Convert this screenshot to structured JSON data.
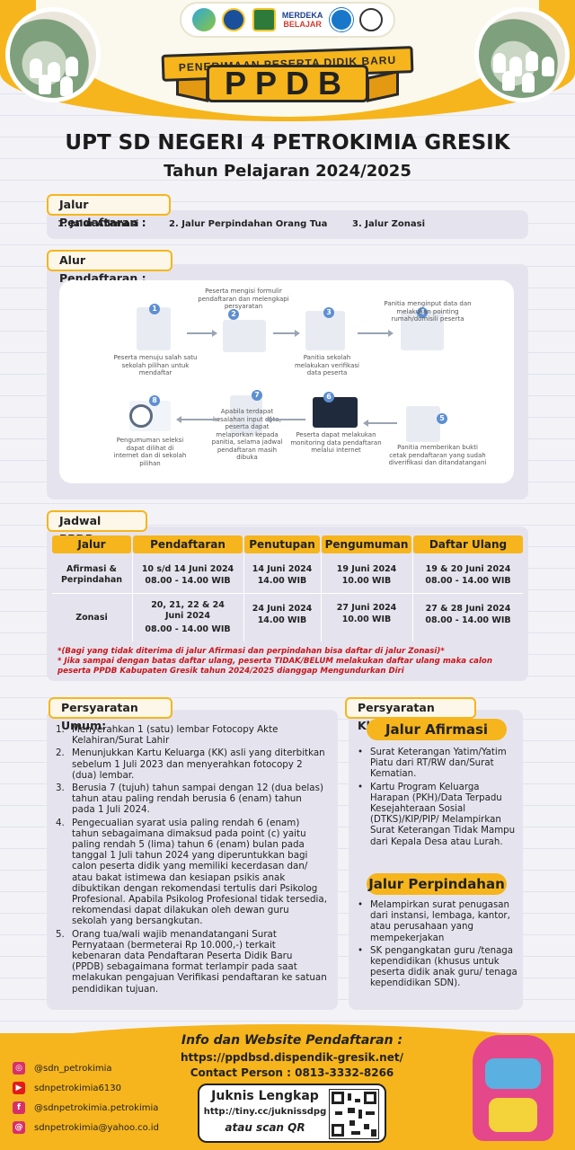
{
  "header": {
    "banner_text": "PENERIMAAN PESERTA DIDIK BARU",
    "ppdb": "PPDB",
    "logo_merdeka_1": "MERDEKA",
    "logo_merdeka_2": "BELAJAR",
    "school": "UPT SD NEGERI 4 PETROKIMIA GRESIK",
    "year": "Tahun Pelajaran 2024/2025"
  },
  "jalur": {
    "label": "Jalur Pendaftaran :",
    "items": [
      "1. Jalur Afirmasi",
      "2. Jalur Perpindahan Orang Tua",
      "3. Jalur Zonasi"
    ]
  },
  "alur": {
    "label": "Alur Pendaftaran :",
    "steps": [
      {
        "num": "1",
        "text": "Peserta menuju salah satu sekolah pilihan untuk mendaftar"
      },
      {
        "num": "2",
        "text": "Peserta mengisi formulir pendaftaran dan melengkapi persyaratan"
      },
      {
        "num": "3",
        "text": "Panitia sekolah melakukan verifikasi data peserta"
      },
      {
        "num": "4",
        "text": "Panitia menginput data dan melakukan pointing rumah/domisili peserta"
      },
      {
        "num": "5",
        "text": "Panitia memberikan bukti cetak pendaftaran yang sudah diverifikasi dan ditandatangani"
      },
      {
        "num": "6",
        "text": "Peserta dapat melakukan monitoring data pendaftaran melalui internet"
      },
      {
        "num": "7",
        "text": "Apabila terdapat kesalahan input data, peserta dapat melaporkan kepada panitia, selama jadwal pendaftaran masih dibuka"
      },
      {
        "num": "8",
        "text": "Pengumuman seleksi dapat dilihat di internet dan di sekolah pilihan"
      }
    ]
  },
  "jadwal": {
    "label": "Jadwal PPDB :",
    "headers": [
      "Jalur",
      "Pendaftaran",
      "Penutupan",
      "Pengumuman",
      "Daftar Ulang"
    ],
    "rows": [
      {
        "jalur": "Afirmasi & Perpindahan",
        "pendaftaran": "10 s/d 14 Juni 2024",
        "pendaftaran_jam": "08.00 - 14.00 WIB",
        "penutupan": "14 Juni 2024",
        "penutupan_jam": "14.00 WIB",
        "pengumuman": "19 Juni 2024",
        "pengumuman_jam": "10.00 WIB",
        "daftar_ulang": "19 & 20 Juni 2024",
        "daftar_ulang_jam": "08.00 - 14.00 WIB"
      },
      {
        "jalur": "Zonasi",
        "pendaftaran": "20, 21, 22 & 24 Juni 2024",
        "pendaftaran_jam": "08.00 - 14.00 WIB",
        "penutupan": "24 Juni 2024",
        "penutupan_jam": "14.00 WIB",
        "pengumuman": "27 Juni 2024",
        "pengumuman_jam": "10.00 WIB",
        "daftar_ulang": "27 & 28 Juni 2024",
        "daftar_ulang_jam": "08.00 - 14.00 WIB"
      }
    ],
    "note1": "*(Bagi yang tidak diterima di jalur Afirmasi dan perpindahan bisa daftar di jalur Zonasi)*",
    "note2": "* Jika sampai dengan batas daftar ulang, peserta  TIDAK/BELUM melakukan daftar ulang maka calon",
    "note3": "peserta PPDB Kabupaten Gresik tahun 2024/2025 dianggap Mengundurkan Diri"
  },
  "umum": {
    "label": "Persyaratan Umum:",
    "items": [
      "Menyerahkan 1 (satu) lembar Fotocopy Akte Kelahiran/Surat Lahir",
      "Menunjukkan Kartu Keluarga (KK) asli yang diterbitkan sebelum 1 Juli 2023 dan menyerahkan fotocopy 2 (dua) lembar.",
      "Berusia 7 (tujuh) tahun sampai dengan 12 (dua belas) tahun atau paling rendah berusia 6 (enam) tahun pada 1 Juli 2024.",
      "Pengecualian syarat usia paling rendah 6 (enam) tahun sebagaimana dimaksud pada point (c) yaitu paling rendah 5 (lima) tahun 6 (enam) bulan pada tanggal 1 Juli tahun 2024 yang diperuntukkan bagi calon peserta didik yang memiliki kecerdasan dan/ atau bakat istimewa dan kesiapan psikis anak dibuktikan dengan rekomendasi tertulis dari Psikolog Profesional. Apabila Psikolog Profesional tidak tersedia, rekomendasi dapat dilakukan oleh dewan guru sekolah yang bersangkutan.",
      "Orang tua/wali wajib menandatangani Surat Pernyataan (bermeterai Rp 10.000,-) terkait kebenaran data Pendaftaran Peserta Didik Baru (PPDB) sebagaimana format terlampir pada saat melakukan pengajuan Verifikasi pendaftaran ke satuan pendidikan tujuan."
    ]
  },
  "khusus": {
    "label": "Persyaratan Khusus :",
    "afirmasi_title": "Jalur Afirmasi",
    "afirmasi_items": [
      "Surat Keterangan Yatim/Yatim Piatu dari RT/RW dan/Surat Kematian.",
      "Kartu Program Keluarga Harapan (PKH)/Data Terpadu Kesejahteraan Sosial (DTKS)/KIP/PIP/ Melampirkan Surat Keterangan Tidak Mampu dari Kepala Desa atau Lurah."
    ],
    "perpindahan_title": "Jalur Perpindahan",
    "perpindahan_items": [
      "Melampirkan surat penugasan dari instansi, lembaga, kantor, atau perusahaan yang mempekerjakan",
      "SK pengangkatan guru /tenaga kependidikan (khusus untuk peserta didik anak guru/ tenaga kependidikan SDN)."
    ]
  },
  "footer": {
    "social": [
      {
        "icon": "instagram-icon",
        "text": "@sdn_petrokimia"
      },
      {
        "icon": "youtube-icon",
        "text": "sdnpetrokimia6130"
      },
      {
        "icon": "facebook-icon",
        "text": "@sdnpetrokimia.petrokimia"
      },
      {
        "icon": "email-icon",
        "text": "sdnpetrokimia@yahoo.co.id"
      }
    ],
    "info_title": "Info dan Website Pendaftaran :",
    "website": "https://ppdbsd.dispendik-gresik.net/",
    "contact": "Contact Person : 0813-3332-8266",
    "juknis_title": "Juknis Lengkap",
    "juknis_url": "http://tiny.cc/juknissdpg",
    "juknis_scan": "atau scan QR"
  },
  "colors": {
    "accent": "#f6b51c",
    "note_red": "#c8161c",
    "panel": "#e5e4ee"
  }
}
